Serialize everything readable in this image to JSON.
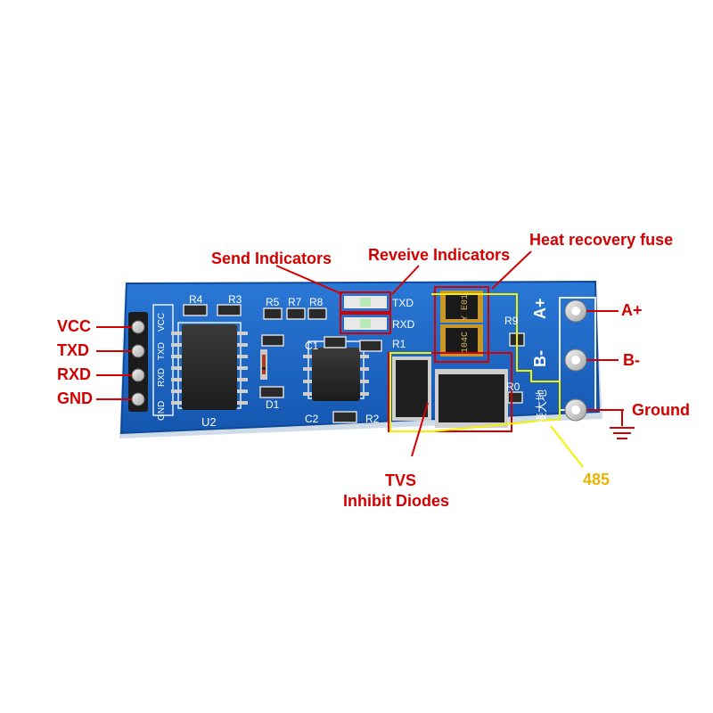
{
  "colors": {
    "annotation": "#d40000",
    "highlight_485": "#f2f200",
    "label_485": "#e8b400",
    "pcb": "#1a66c8",
    "chip": "#2b2b2b"
  },
  "annotations": {
    "heat_recovery_fuse": "Heat recovery fuse",
    "send_indicators": "Send Indicators",
    "receive_indicators": "Reveive Indicators",
    "vcc": "VCC",
    "txd": "TXD",
    "rxd": "RXD",
    "gnd": "GND",
    "a_plus": "A+",
    "b_minus": "B-",
    "ground": "Ground",
    "tvs_line1": "TVS",
    "tvs_line2": "Inhibit Diodes",
    "label_485": "485"
  },
  "silkscreen": {
    "r4": "R4",
    "r3": "R3",
    "r5": "R5",
    "r7": "R7",
    "r8": "R8",
    "r1": "R1",
    "r9": "R9",
    "r0": "R0",
    "r2": "R2",
    "c1": "C1",
    "c2": "C2",
    "d1": "D1",
    "u2": "U2",
    "txd": "TXD",
    "rxd": "RXD",
    "pin_vcc": "VCC",
    "pin_txd": "TXD",
    "pin_rxd": "RXD",
    "pin_gnd": "GND",
    "a_plus": "A+",
    "b_minus": "B-",
    "ground_cn": "接大地",
    "fuse_top": "Y E01",
    "fuse_bottom": "104C"
  },
  "icons": [
    "ground-symbol-icon",
    "arrow-line-icon"
  ]
}
